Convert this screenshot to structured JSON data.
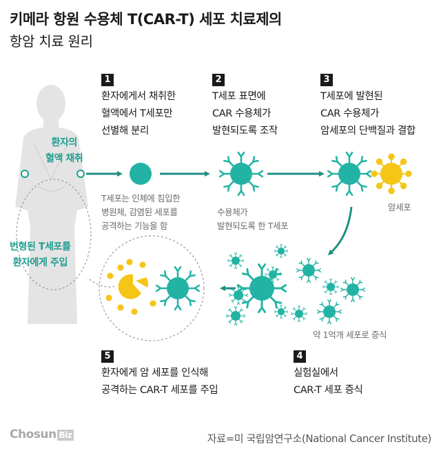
{
  "title": {
    "line1": "키메라 항원 수용체 T(CAR-T) 세포 치료제의",
    "line2": "항암 치료 원리"
  },
  "colors": {
    "teal": "#22b3a4",
    "teal_dark": "#1e9e90",
    "yellow": "#f5c518",
    "silhouette": "#e4e4e4",
    "text": "#1a1a1a",
    "note": "#6b6b6b"
  },
  "patient": {
    "blood_label": "환자의\n혈액 채취",
    "inject_label": "번형된 T세포를\n환자에게 주입"
  },
  "steps": [
    {
      "num": "1",
      "text": "환자에게서 채취한\n혈액에서 T세포만\n선별해 분리"
    },
    {
      "num": "2",
      "text": "T세포 표면에\nCAR 수용체가\n발현되도록 조작"
    },
    {
      "num": "3",
      "text": "T세포에 발현된\nCAR 수용체가\n암세포의 단백질과 결합"
    },
    {
      "num": "4",
      "text": "실험실에서\nCAR-T 세포 증식"
    },
    {
      "num": "5",
      "text": "환자에게 암 세포를 인식해\n공격하는 CAR-T 세포를 주입"
    }
  ],
  "notes": {
    "tcell": "T세포는 인체에 침입한\n병원체, 감염된 세포를\n공격하는 기능을 함",
    "receptor": "수용체가\n발현되도록 한 T세포",
    "cancer": "암세포",
    "proliferate": "약 1억개 세포로 증식"
  },
  "footer": {
    "logo_main": "Chosun",
    "logo_biz": "Biz",
    "source": "자료=미 국립암연구소(National Cancer Institute)"
  }
}
